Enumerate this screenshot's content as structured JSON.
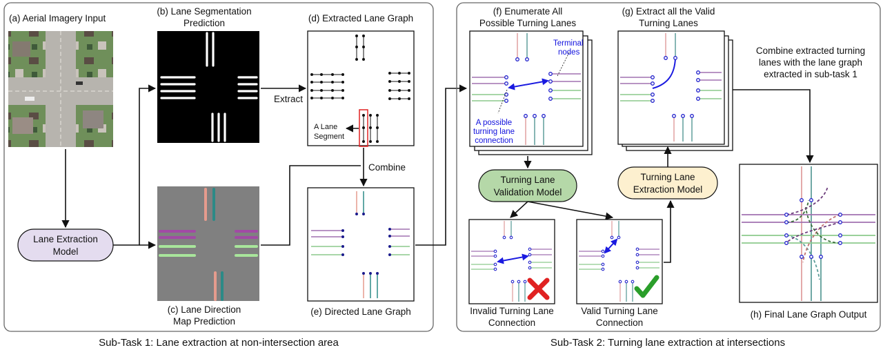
{
  "subtask1": {
    "caption": "Sub-Task 1: Lane extraction at non-intersection area",
    "panel_a": "(a) Aerial Imagery Input",
    "panel_b": [
      "(b) Lane Segmentation",
      "Prediction"
    ],
    "panel_c": [
      "(c) Lane Direction",
      "Map Prediction"
    ],
    "panel_d": "(d) Extracted Lane Graph",
    "panel_e": "(e) Directed Lane Graph",
    "model": [
      "Lane Extraction",
      "Model"
    ],
    "extract_label": "Extract",
    "combine_label": "Combine",
    "segment_label": [
      "A Lane",
      "Segment"
    ]
  },
  "subtask2": {
    "caption": "Sub-Task 2: Turning lane extraction at intersections",
    "panel_f": [
      "(f) Enumerate All",
      "Possible Turning Lanes"
    ],
    "panel_g": [
      "(g) Extract all the Valid",
      "Turning Lanes"
    ],
    "panel_h": "(h) Final Lane Graph Output",
    "terminal_nodes": [
      "Terminal",
      "nodes"
    ],
    "possible_connection": [
      "A possible",
      "turning lane",
      "connection"
    ],
    "validation_model": [
      "Turning Lane",
      "Validation Model"
    ],
    "extraction_model": [
      "Turning Lane",
      "Extraction Model"
    ],
    "invalid_label": [
      "Invalid Turning Lane",
      "Connection"
    ],
    "valid_label": [
      "Valid Turning Lane",
      "Connection"
    ],
    "combine_text": [
      "Combine extracted turning",
      "lanes with the lane graph",
      "extracted in sub-task 1"
    ]
  },
  "colors": {
    "lane_purple": "#a070b0",
    "lane_green": "#8cc98c",
    "lane_red": "#e0a0a0",
    "lane_teal": "#5f9e9a",
    "node_blue": "#2020cc",
    "model_purple": "#e4dcef",
    "model_green": "#b5d8a8",
    "model_yellow": "#fdf0cf",
    "cross_red": "#e02222",
    "check_green": "#2a9e2a"
  }
}
